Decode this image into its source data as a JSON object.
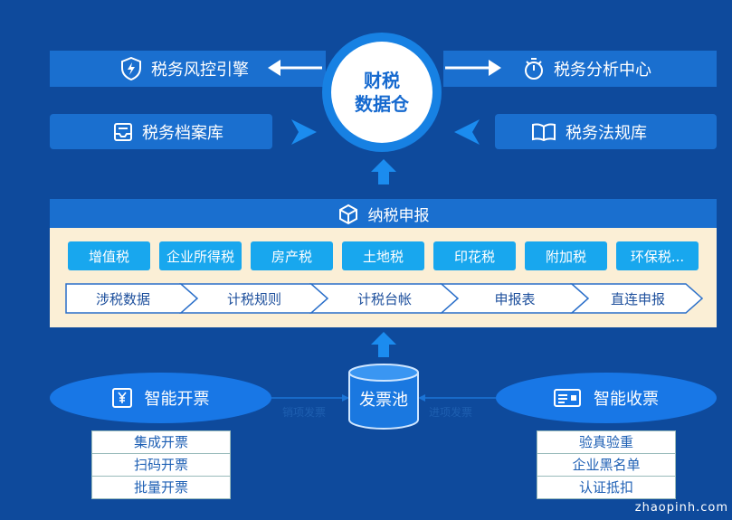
{
  "top": {
    "risk_engine": "税务风控引擎",
    "analysis_center": "税务分析中心",
    "archive": "税务档案库",
    "law_library": "税务法规库",
    "center_line1": "财税",
    "center_line2": "数据仓"
  },
  "declare": {
    "title": "纳税申报",
    "taxes": [
      "增值税",
      "企业所得税",
      "房产税",
      "土地税",
      "印花税",
      "附加税",
      "环保税..."
    ],
    "flow": [
      "涉税数据",
      "计税规则",
      "计税台帐",
      "申报表",
      "直连申报"
    ]
  },
  "bottom": {
    "pool": "发票池",
    "issue": "智能开票",
    "receive": "智能收票",
    "issue_flow_label": "销项发票",
    "receive_flow_label": "进项发票",
    "issue_items": [
      "集成开票",
      "扫码开票",
      "批量开票"
    ],
    "receive_items": [
      "验真验重",
      "企业黑名单",
      "认证抵扣"
    ]
  },
  "watermark": "zhaopinh.com",
  "colors": {
    "background": "#0e4a9c",
    "bar": "#1a6fcf",
    "tax_button": "#18a7ee",
    "panel": "#fbefd6"
  }
}
